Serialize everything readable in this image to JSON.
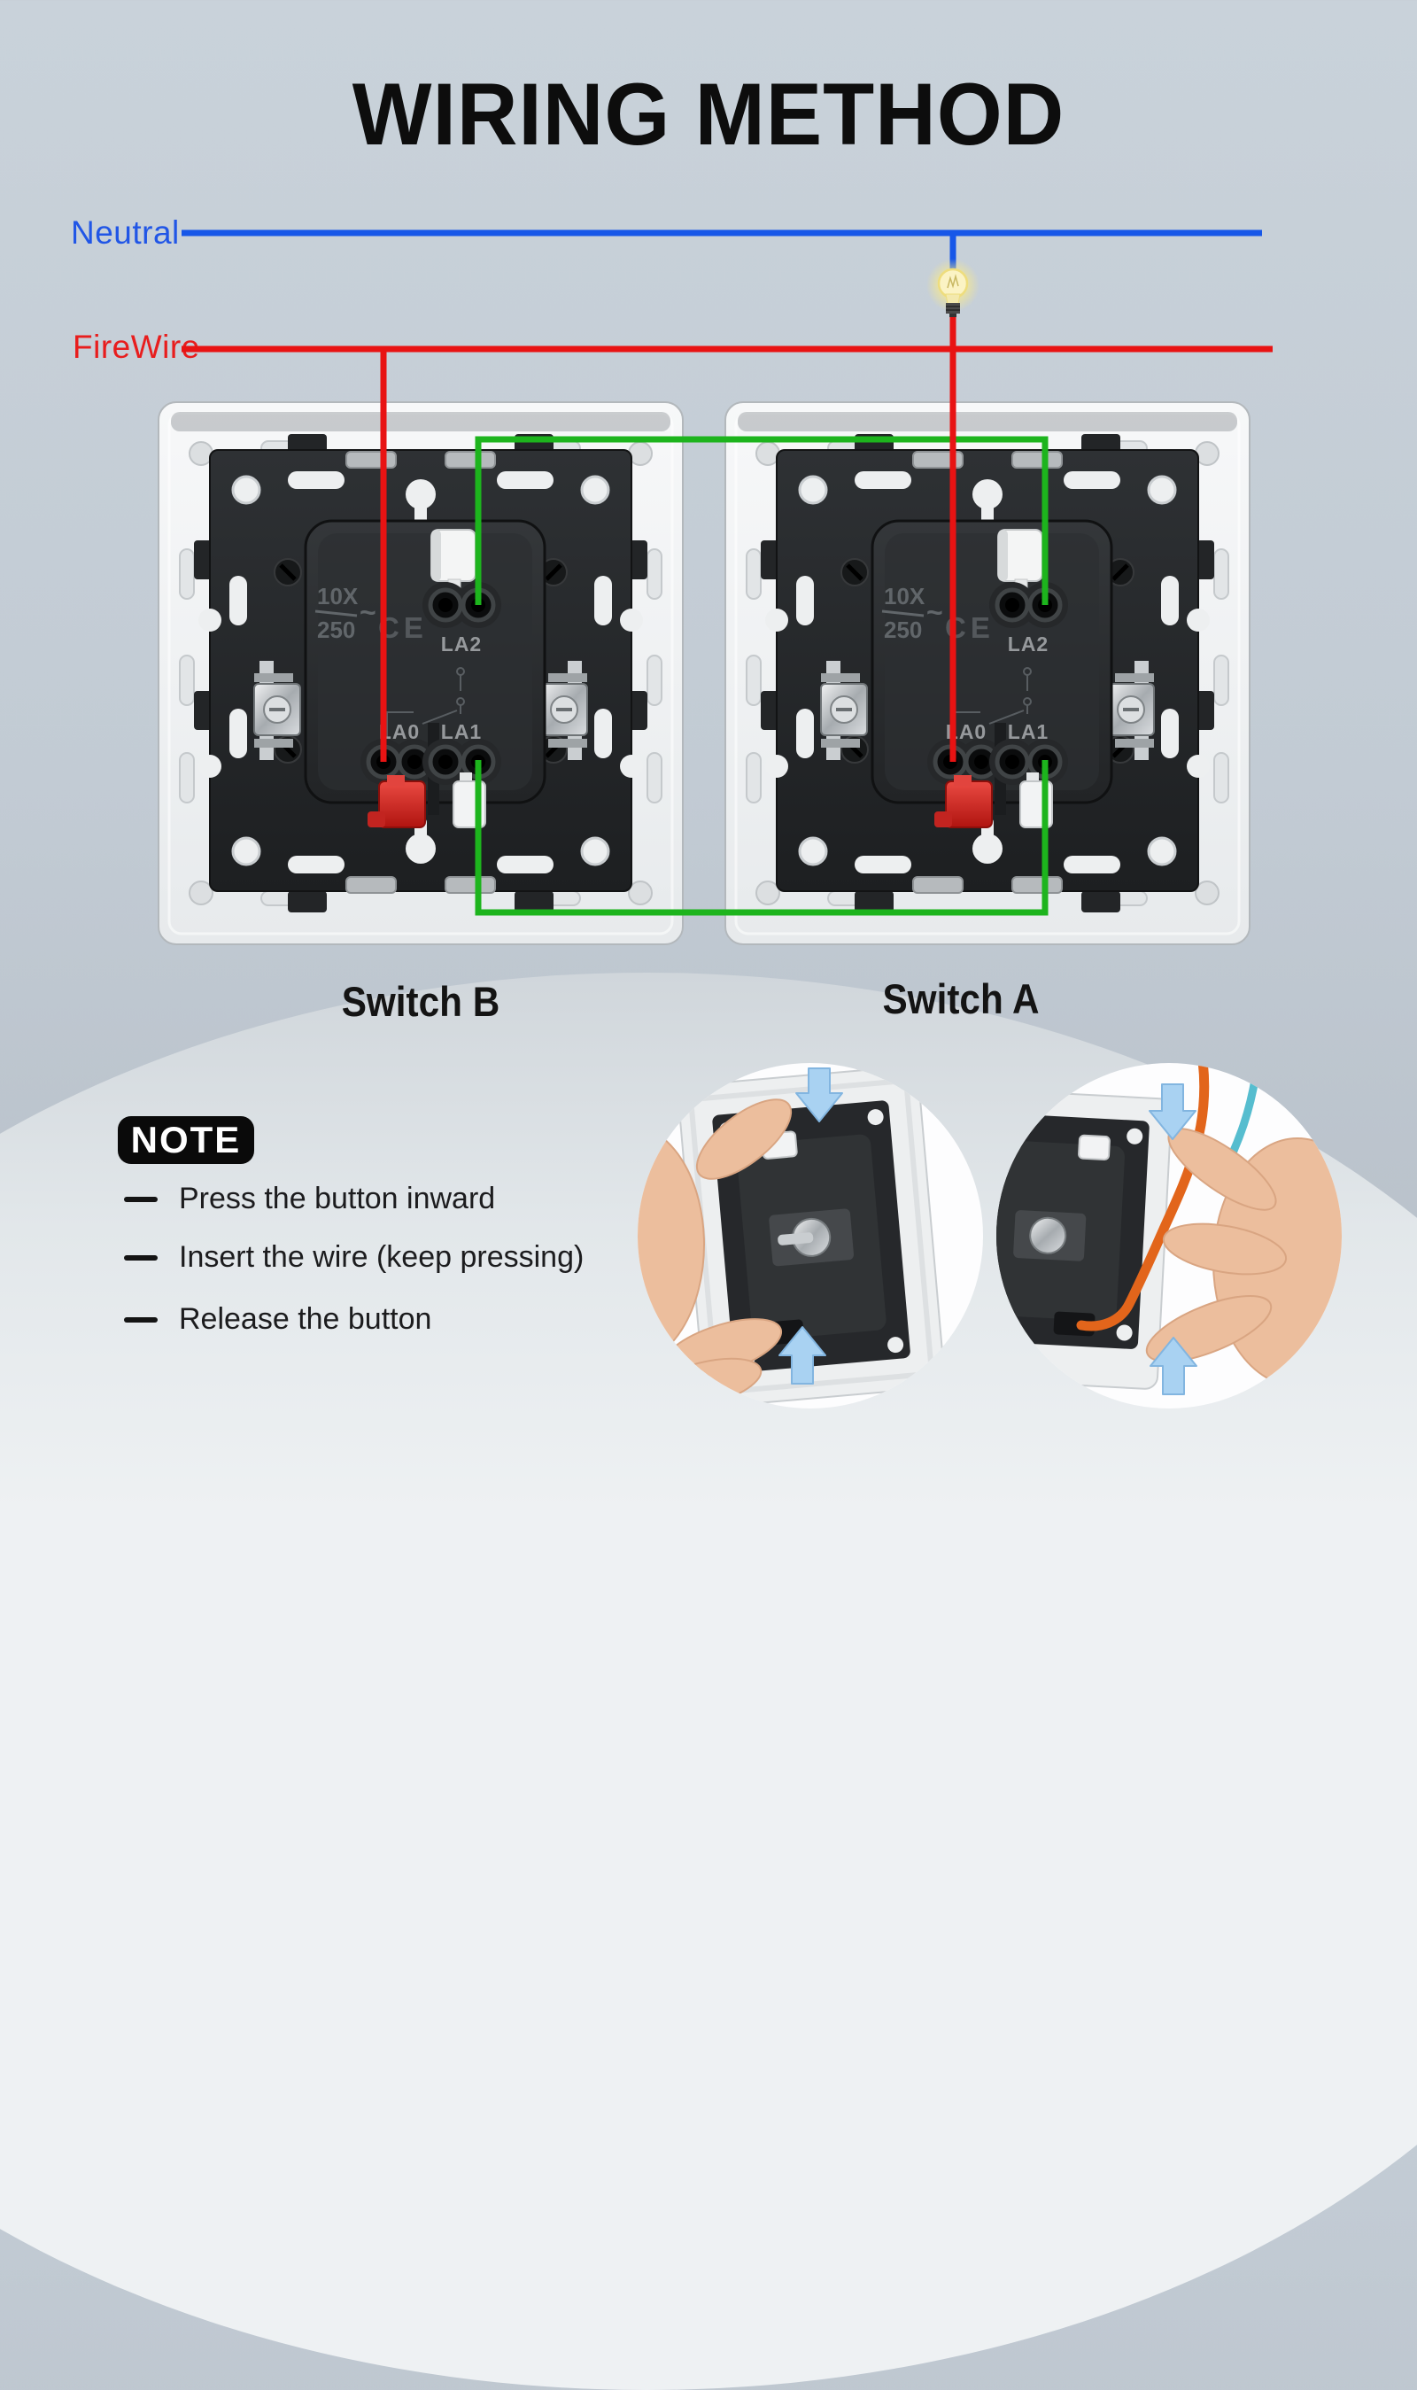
{
  "title": "WIRING METHOD",
  "legend": {
    "neutral_label": "Neutral",
    "firewire_label": "FireWire"
  },
  "colors": {
    "neutral_wire": "#1757e8",
    "fire_wire": "#e81313",
    "traveler_wire": "#1db41d",
    "insert_wire_orange": "#e2651b",
    "insert_wire_teal": "#56bdcf",
    "arrow_blue": "#a9d2f2"
  },
  "switches": {
    "b": {
      "label": "Switch B"
    },
    "a": {
      "label": "Switch A"
    },
    "module": {
      "rating_top": "10X",
      "rating_bottom": "250",
      "rating_suffix": "~",
      "ce_mark": "CE",
      "terminal_top": "LA2",
      "terminal_bottom_left": "LA0",
      "terminal_bottom_right": "LA1"
    }
  },
  "note": {
    "badge": "NOTE",
    "items": [
      "Press the button inward",
      "Insert the wire (keep pressing)",
      "Release the button"
    ]
  }
}
